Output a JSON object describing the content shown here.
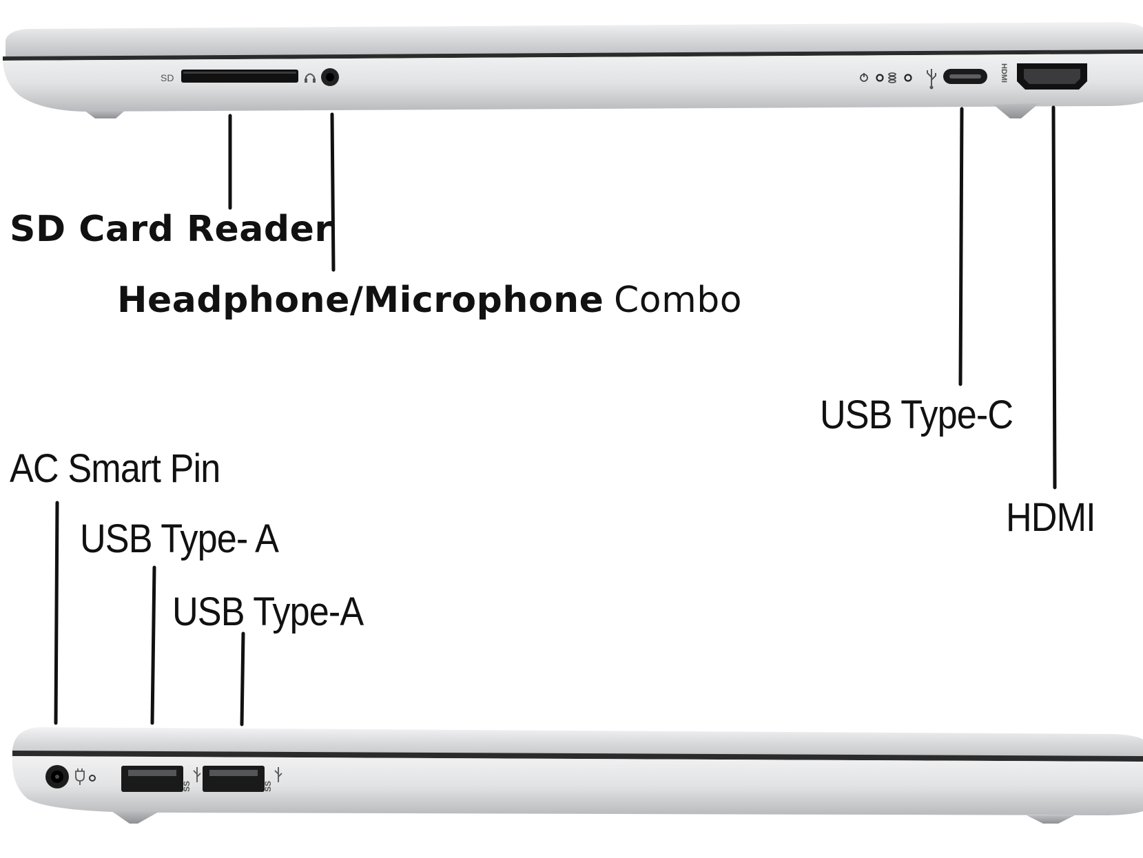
{
  "colors": {
    "chassis_light": "#e9e9ea",
    "chassis_mid": "#cfd0d2",
    "chassis_dark": "#a9abae",
    "seam": "#2b2b2b",
    "port_black": "#111111",
    "leader": "#111111"
  },
  "top_view": {
    "port_markings": {
      "sd_text": "SD",
      "hdmi_text": "HDMI"
    },
    "labels": {
      "sd_card_reader": "SD Card Reader",
      "headphone_mic": "Headphone/Microphone",
      "headphone_mic_suffix": "Combo",
      "usb_type_c": "USB Type-C",
      "hdmi": "HDMI"
    }
  },
  "bottom_view": {
    "port_markings": {
      "ss_text_1": "SS",
      "ss_text_2": "SS"
    },
    "labels": {
      "ac_smart_pin": "AC Smart Pin",
      "usb_type_a_1": "USB Type- A",
      "usb_type_a_2": "USB Type-A"
    }
  }
}
